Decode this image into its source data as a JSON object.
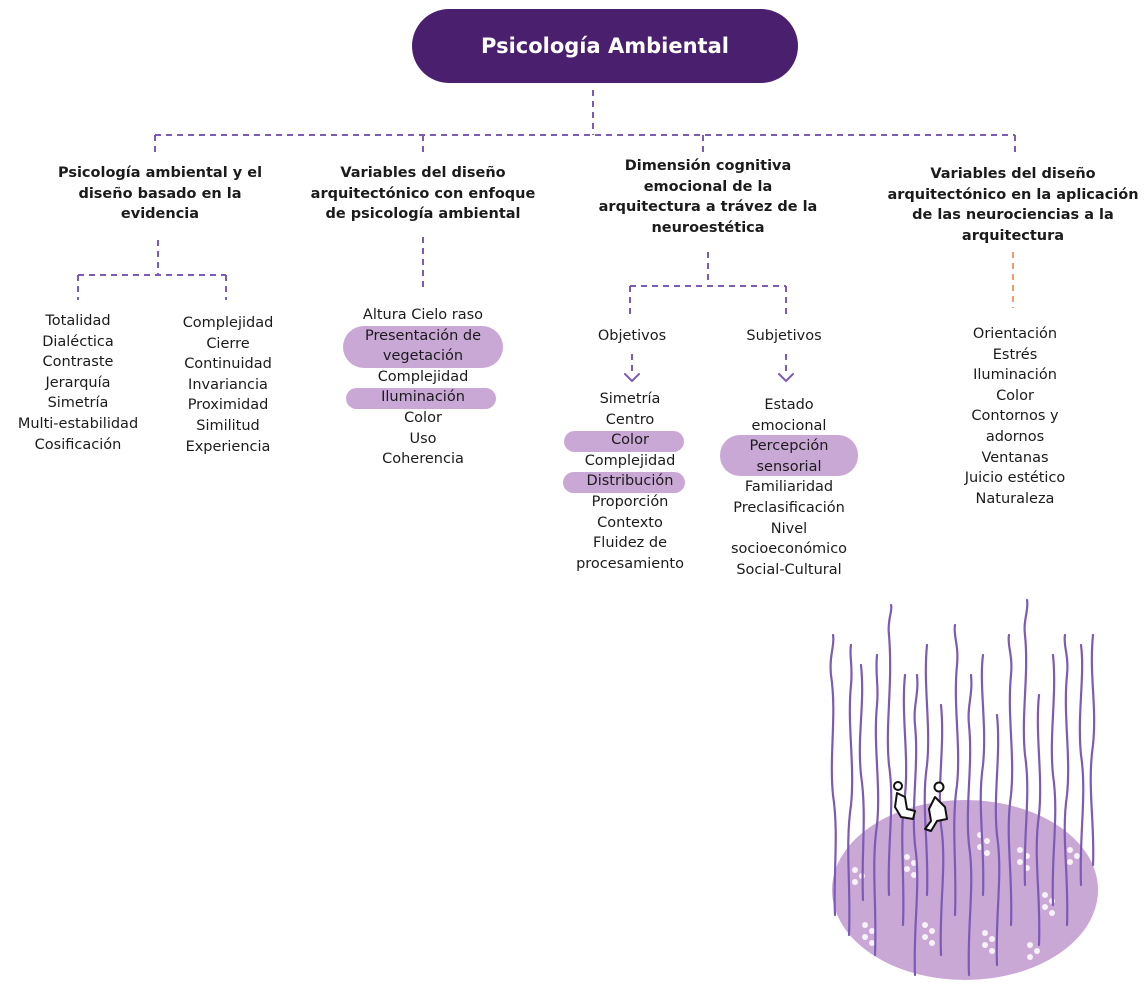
{
  "title": "Psicología Ambiental",
  "colors": {
    "title_bg": "#4a1f6e",
    "connector": "#7b5bb5",
    "connector_accent": "#f39a6a",
    "highlight": "#c9a8d6",
    "illustration_stroke": "#7b5bb5",
    "illustration_disc": "#c9a8d6"
  },
  "branches": [
    {
      "heading": [
        "Psicología ambiental y el",
        "diseño basado en la",
        "evidencia"
      ],
      "columns": [
        [
          "Totalidad",
          "Dialéctica",
          "Contraste",
          "Jerarquía",
          "Simetría",
          "Multi-estabilidad",
          "Cosificación"
        ],
        [
          "Complejidad",
          "Cierre",
          "Continuidad",
          "Invariancia",
          "Proximidad",
          "Similitud",
          "Experiencia"
        ]
      ]
    },
    {
      "heading": [
        "Variables del diseño",
        "arquitectónico con enfoque",
        "de psicología ambiental"
      ],
      "items": [
        "Altura Cielo raso",
        "Presentación de",
        "vegetación",
        "Complejidad",
        "Iluminación",
        "Color",
        "Uso",
        "Coherencia"
      ],
      "highlighted": [
        "Presentación de vegetación",
        "Iluminación"
      ]
    },
    {
      "heading": [
        "Dimensión cognitiva",
        "emocional de la",
        "arquitectura a trávez de la",
        "neuroestética"
      ],
      "sub_branches": [
        {
          "label": "Objetivos",
          "items": [
            "Simetría",
            "Centro",
            "Color",
            "Complejidad",
            "Distribución",
            "Proporción",
            "Contexto",
            "Fluidez de",
            "procesamiento"
          ],
          "highlighted": [
            "Color",
            "Distribución"
          ]
        },
        {
          "label": "Subjetivos",
          "items": [
            "Estado",
            "emocional",
            "Percepción",
            "sensorial",
            "Familiaridad",
            "Preclasificación",
            "Nivel",
            "socioeconómico",
            "Social-Cultural"
          ],
          "highlighted": [
            "Percepción sensorial"
          ]
        }
      ]
    },
    {
      "heading": [
        "Variables del diseño",
        "arquitectónico en la aplicación",
        "de las neurociencias a la",
        "arquitectura"
      ],
      "items": [
        "Orientación",
        "Estrés",
        "Iluminación",
        "Color",
        "Contornos y",
        "adornos",
        "Ventanas",
        "Juicio estético",
        "Naturaleza"
      ]
    }
  ],
  "illustration": {
    "icon": "people-among-stalks-icon"
  }
}
